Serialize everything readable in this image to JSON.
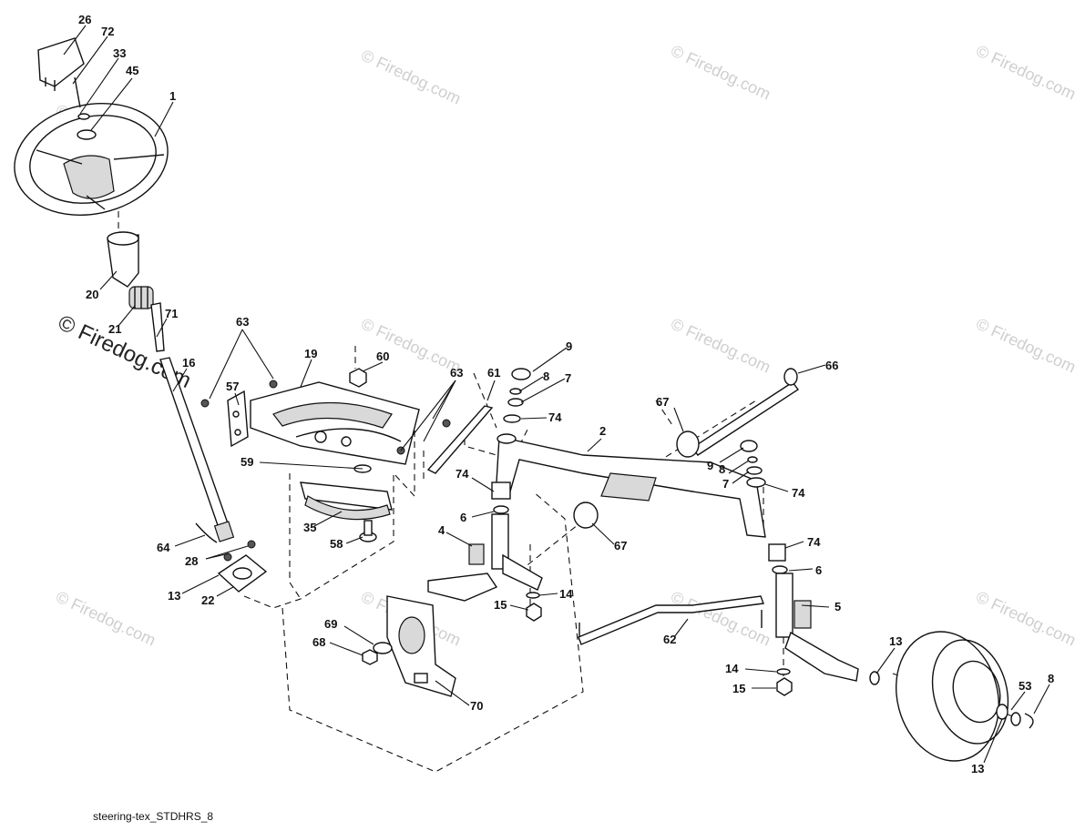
{
  "watermark": {
    "text": "© Firedog.com"
  },
  "footer": {
    "caption": "steering-tex_STDHRS_8"
  },
  "callouts": [
    "26",
    "72",
    "33",
    "45",
    "1",
    "20",
    "21",
    "71",
    "16",
    "63",
    "19",
    "60",
    "57",
    "59",
    "35",
    "58",
    "64",
    "28",
    "13",
    "22",
    "63",
    "61",
    "9",
    "8",
    "7",
    "74",
    "2",
    "67",
    "9",
    "8",
    "7",
    "74",
    "66",
    "74",
    "6",
    "4",
    "67",
    "74",
    "6",
    "5",
    "15",
    "14",
    "69",
    "68",
    "70",
    "62",
    "14",
    "15",
    "13",
    "53",
    "8",
    "13"
  ]
}
